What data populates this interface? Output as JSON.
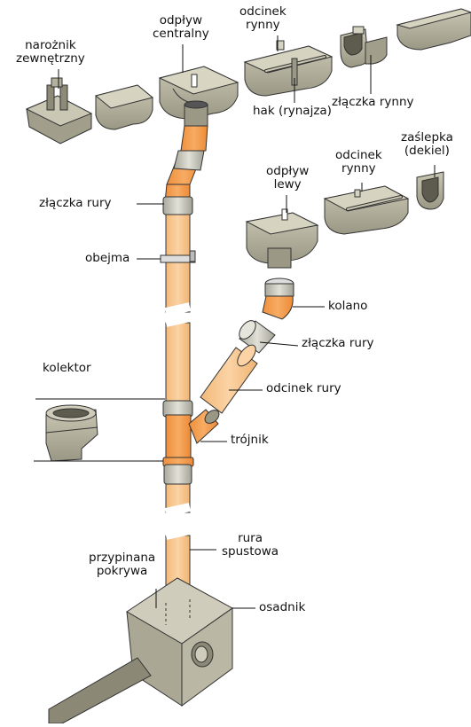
{
  "labels": {
    "naroznik_zewnetrzny": [
      "narożnik",
      "zewnętrzny"
    ],
    "odplyw_centralny": [
      "odpływ",
      "centralny"
    ],
    "odcinek_rynny_top": [
      "odcinek",
      "rynny"
    ],
    "hak": "hak (rynajza)",
    "zlaczka_rynny": "złączka rynny",
    "zaslepka": [
      "zaślepka",
      "(dekiel)"
    ],
    "odplyw_lewy": [
      "odpływ",
      "lewy"
    ],
    "odcinek_rynny_mid": [
      "odcinek",
      "rynny"
    ],
    "zlaczka_rury_left": "złączka rury",
    "obejma": "obejma",
    "kolano": "kolano",
    "zlaczka_rury_right": "złączka rury",
    "kolektor": "kolektor",
    "odcinek_rury": "odcinek rury",
    "trojnik": "trójnik",
    "rura_spustowa": [
      "rura",
      "spustowa"
    ],
    "przypinana_pokrywa": [
      "przypinana",
      "pokrywa"
    ],
    "osadnik": "osadnik"
  },
  "colors": {
    "gutter": "#b4b19d",
    "gutter_dark": "#5e5c4f",
    "pipe_light": "#f7c58c",
    "pipe_orange": "#f39a4b",
    "coupling": "#c9c8be",
    "box": "#bab7a4",
    "box_top": "#cfccbb"
  }
}
